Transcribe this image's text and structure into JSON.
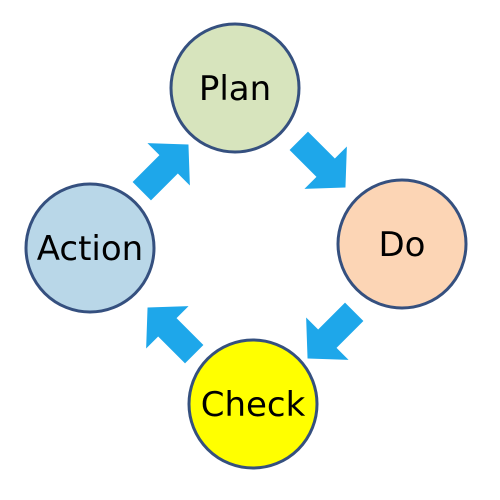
{
  "diagram": {
    "nodes": [
      {
        "key": "plan",
        "label": "Plan",
        "color": "#d7e4bd"
      },
      {
        "key": "do",
        "label": "Do",
        "color": "#fcd5b5"
      },
      {
        "key": "check",
        "label": "Check",
        "color": "#ffff00"
      },
      {
        "key": "action",
        "label": "Action",
        "color": "#b9d7e8"
      }
    ],
    "border_color": "#35507f",
    "arrow_color": "#1ea7ea"
  }
}
